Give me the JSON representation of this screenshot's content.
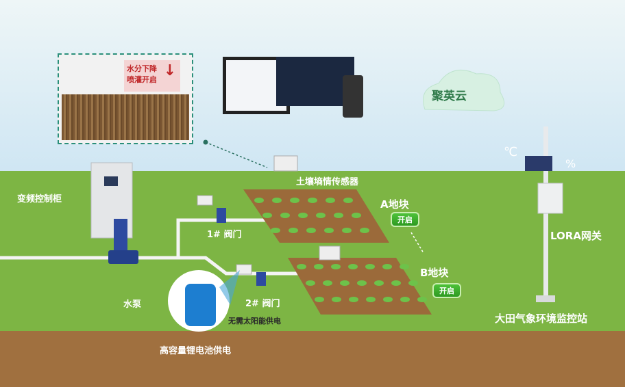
{
  "callout": {
    "line1": "水分下降",
    "line2": "喷灌开启"
  },
  "cloud": {
    "name": "聚英云"
  },
  "labels": {
    "control_cabinet": "变频控制柜",
    "soil_sensor": "土壤墒情传感器",
    "plot_a": "A地块",
    "plot_b": "B地块",
    "valve_1": "1# 阀门",
    "valve_2": "2# 阀门",
    "pump": "水泵",
    "no_solar": "无需太阳能供电",
    "battery": "高容量锂电池供电",
    "gateway": "LORA网关",
    "weather_station": "大田气象环境监控站",
    "celsius": "℃",
    "percent": "%"
  },
  "buttons": {
    "plot_a_open": "开启",
    "plot_b_open": "开启"
  },
  "colors": {
    "grass": "#7db544",
    "soil": "#a0703f",
    "field": "#9b6a3a",
    "button": "#3aae2c",
    "alert": "#c0282a"
  }
}
